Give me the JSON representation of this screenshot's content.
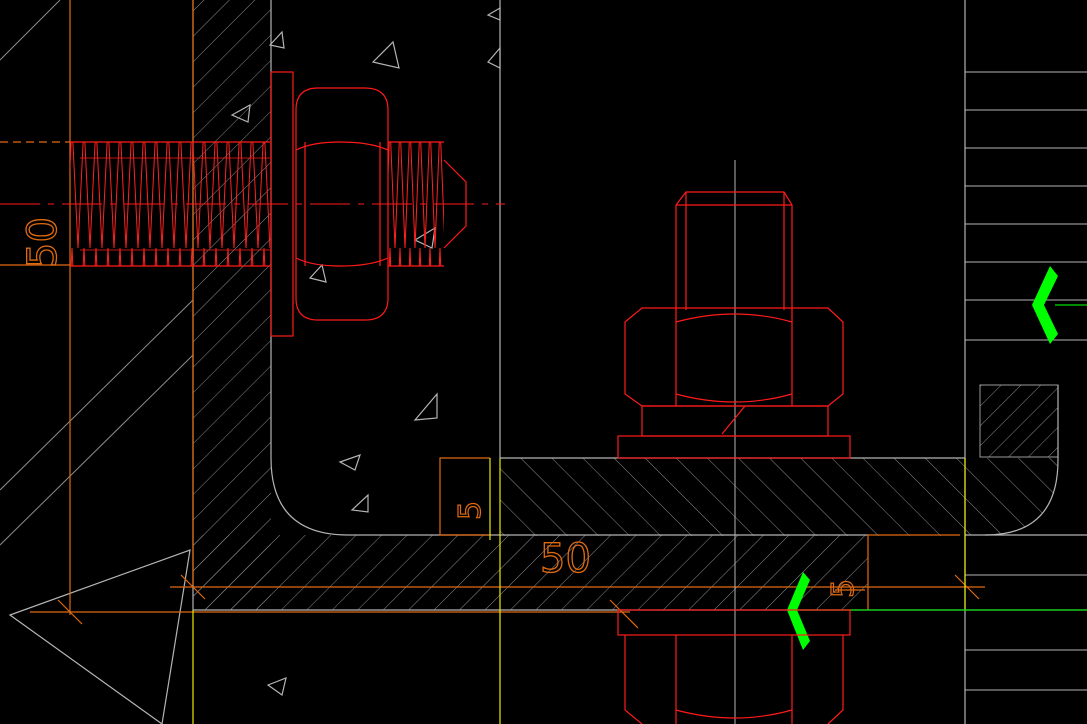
{
  "drawing": {
    "dimensions": [
      {
        "id": "dim-vertical-50",
        "text": "50"
      },
      {
        "id": "dim-horizontal-50",
        "text": "50"
      },
      {
        "id": "dim-weld-5-left",
        "text": "5"
      },
      {
        "id": "dim-weld-5-right",
        "text": "5"
      }
    ],
    "colors": {
      "background": "#000000",
      "bolt": "#ff1a1a",
      "dimension": "#e06a10",
      "concrete_edge": "#b4b4b4",
      "hatch": "#9a9a9a",
      "guide_yellow": "#e8e800",
      "marker": "#00ff00"
    }
  }
}
